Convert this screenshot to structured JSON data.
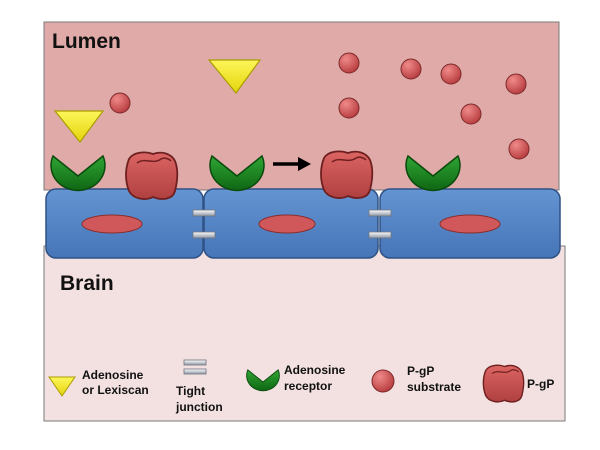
{
  "regions": {
    "lumen": {
      "title": "Lumen",
      "color": "#dfaaa8"
    },
    "brain": {
      "title": "Brain",
      "color": "#f3e1e1"
    }
  },
  "cell_layer": {
    "cell_color": "#5486c8",
    "nucleus_color": "#d0585a",
    "cell_count": 3
  },
  "colors": {
    "adenosine": "#f7ee1e",
    "receptor": "#1e8a22",
    "substrate": "#cf4a4c",
    "pgp": "#c9504f",
    "tight_junction": "#9ea8b8",
    "arrow": "#000000"
  },
  "annotation": {
    "arrow": "receptor-activation-to-pgp"
  },
  "legend": {
    "adenosine": {
      "icon": "yellow-triangle-icon",
      "line1": "Adenosine",
      "line2": "or Lexiscan"
    },
    "tight_junction": {
      "icon": "tight-junction-icon",
      "line1": "Tight",
      "line2": "junction"
    },
    "receptor": {
      "icon": "receptor-icon",
      "line1": "Adenosine",
      "line2": "receptor"
    },
    "substrate": {
      "icon": "red-circle-icon",
      "line1": "P-gP",
      "line2": "substrate"
    },
    "pgp": {
      "icon": "pgp-transporter-icon",
      "line1": "P-gP"
    }
  }
}
